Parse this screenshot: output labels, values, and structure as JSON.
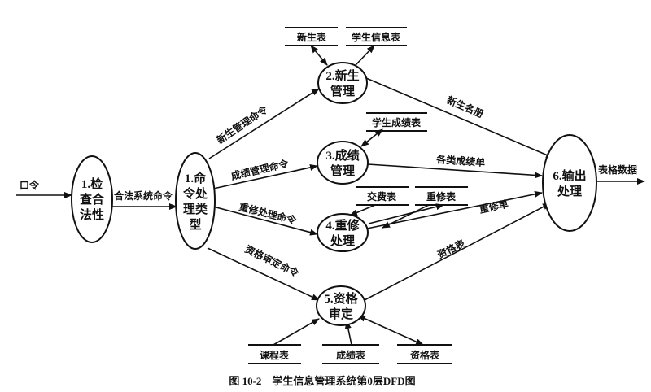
{
  "caption": "图 10-2    学生信息管理系统第0层DFD图",
  "processes": {
    "p1": [
      "1.检",
      "查合",
      "法性"
    ],
    "p_cmd": [
      "1.命",
      "令处",
      "理类",
      "型"
    ],
    "p2": [
      "2.新生",
      "管理"
    ],
    "p3": [
      "3.成绩",
      "管理"
    ],
    "p4": [
      "4.重修",
      "处理"
    ],
    "p5": [
      "5.资格",
      "审定"
    ],
    "p6": [
      "6.输出",
      "处理"
    ]
  },
  "data_stores": {
    "new_students": "新生表",
    "student_info": "学生信息表",
    "grade_list": "学生成绩表",
    "fees": "交费表",
    "retake": "重修表",
    "courses": "课程表",
    "scores": "成绩表",
    "qualification": "资格表"
  },
  "flows": {
    "input_command": "口令",
    "valid_command": "合法系统命令",
    "new_student_cmd": "新生管理命令",
    "grade_cmd": "成绩管理命令",
    "retake_cmd": "重修处理命令",
    "qualify_cmd": "资格审定命令",
    "new_roster": "新生名册",
    "grade_reports": "各类成绩单",
    "retake_list": "重修单",
    "qualify_table": "资格表",
    "report_data": "表格数据"
  },
  "colors": {
    "ink": "#111111",
    "background": "#ffffff"
  }
}
